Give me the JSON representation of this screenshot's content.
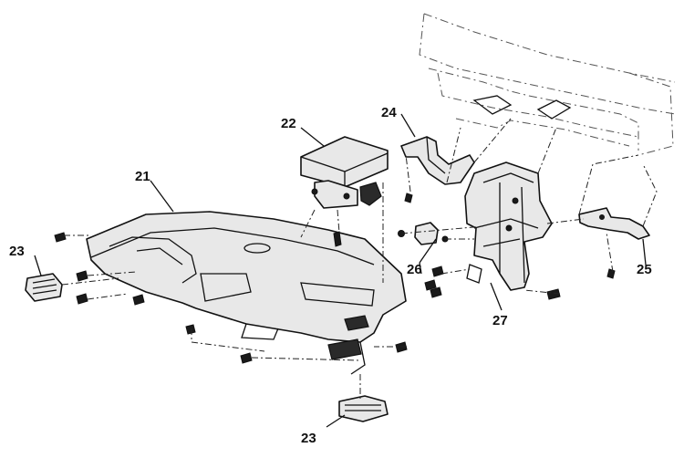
{
  "diagram": {
    "labels": {
      "l21": "21",
      "l22": "22",
      "l23a": "23",
      "l23b": "23",
      "l24": "24",
      "l25": "25",
      "l26": "26",
      "l27": "27"
    }
  }
}
